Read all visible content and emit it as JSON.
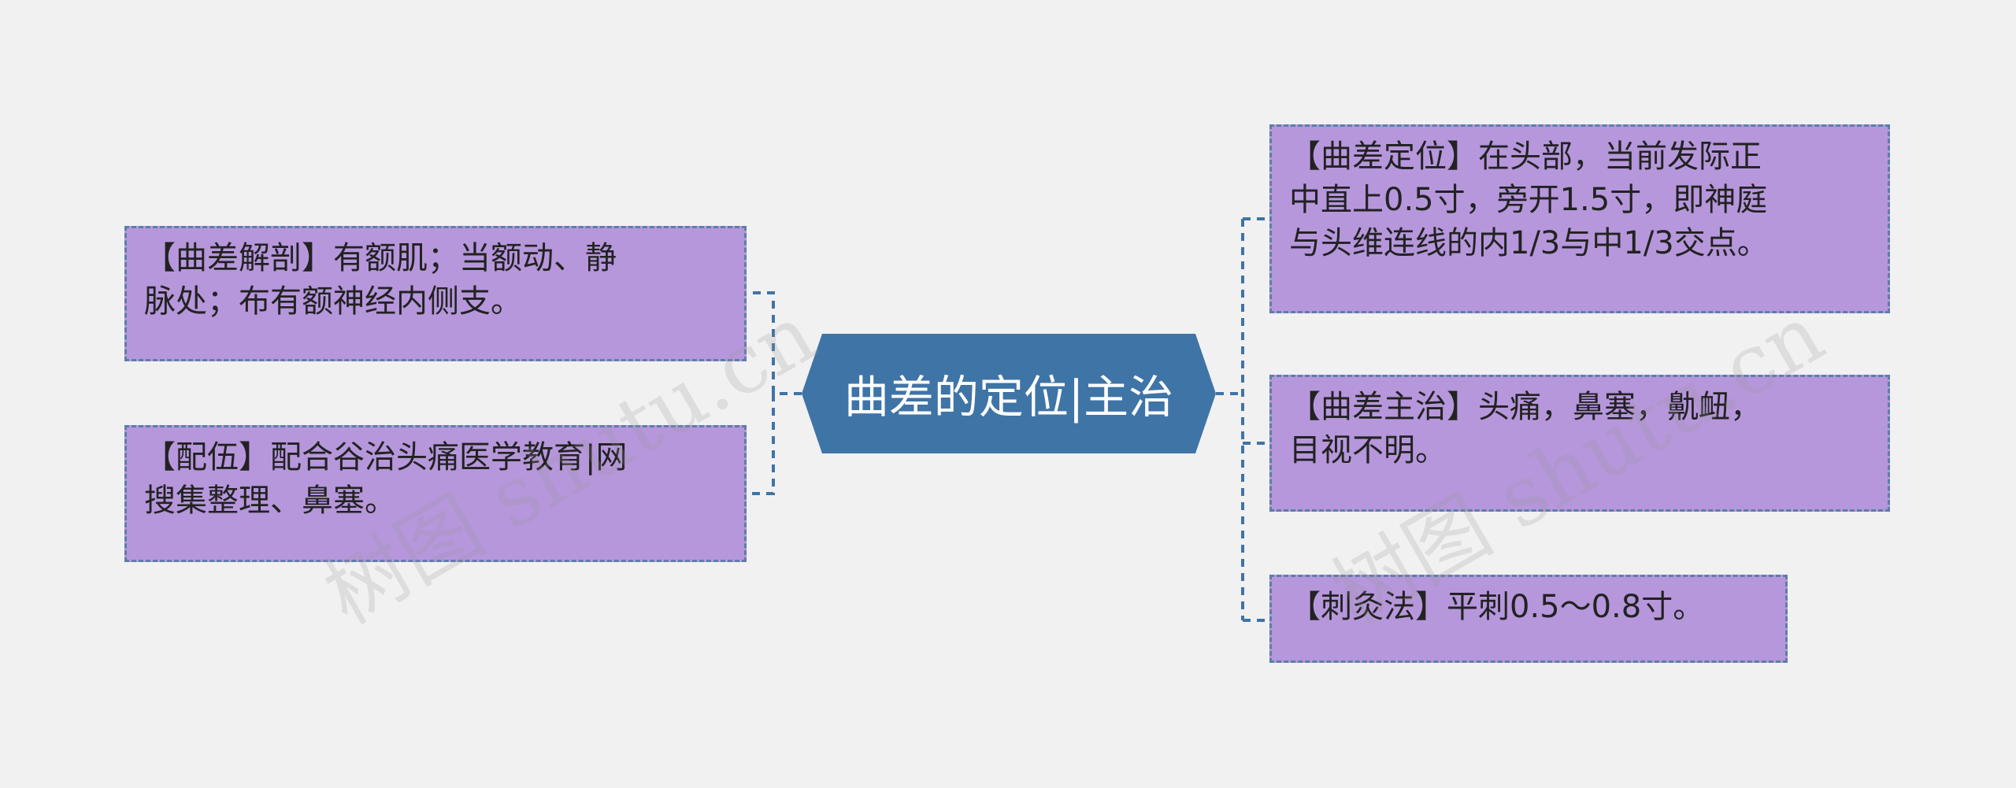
{
  "mindmap": {
    "center": {
      "label": "曲差的定位|主治"
    },
    "left_branches": [
      {
        "lines": [
          "【曲差解剖】有额肌；当额动、静",
          "脉处；布有额神经内侧支。"
        ]
      },
      {
        "lines": [
          "【配伍】配合谷治头痛医学教育|网",
          "搜集整理、鼻塞。"
        ]
      }
    ],
    "right_branches": [
      {
        "lines": [
          "【曲差定位】在头部，当前发际正",
          "中直上0.5寸，旁开1.5寸，即神庭",
          "与头维连线的内1/3与中1/3交点。"
        ]
      },
      {
        "lines": [
          "【曲差主治】头痛，鼻塞，鼽衄，",
          "目视不明。"
        ]
      },
      {
        "lines": [
          "【刺灸法】平刺0.5～0.8寸。"
        ]
      }
    ]
  },
  "watermark": {
    "text": "树图 shutu.cn"
  },
  "colors": {
    "background": "#f1f1f1",
    "center_fill": "#3f74a7",
    "node_fill": "#b697db",
    "node_border": "#5a7fa8",
    "connector": "#3f74a7"
  }
}
